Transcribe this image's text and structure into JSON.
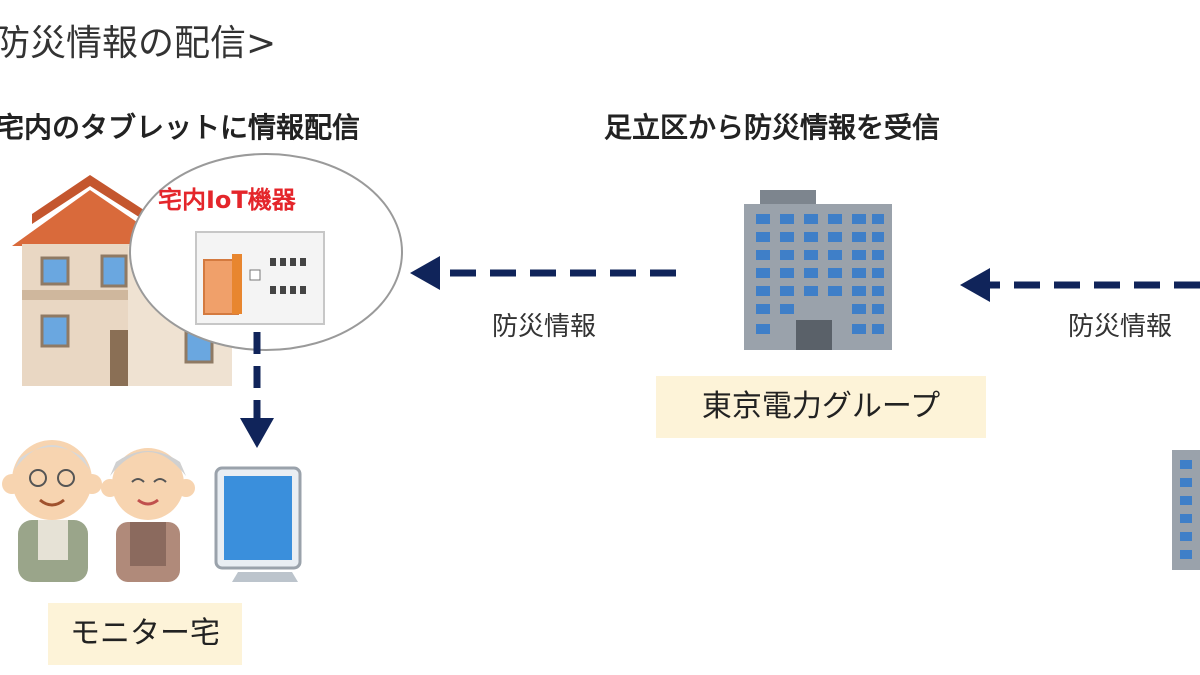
{
  "title": "防災情報の配信>",
  "headings": {
    "left": "宅内のタブレットに情報配信",
    "right": "足立区から防災情報を受信"
  },
  "iot_device": {
    "label": "宅内IoT機器"
  },
  "flows": [
    {
      "label": "防災情報",
      "direction": "left"
    },
    {
      "label": "防災情報",
      "direction": "left"
    }
  ],
  "tags": {
    "tepco": "東京電力グループ",
    "monitor": "モニター宅"
  },
  "colors": {
    "arrow": "#10245a",
    "iot_text": "#e4262b",
    "tag_bg": "#fdf3d8",
    "building": "#8b939c",
    "window": "#3f7fc8"
  },
  "icons": [
    "house-icon",
    "office-building-icon",
    "elderly-man-icon",
    "elderly-woman-icon",
    "tablet-icon",
    "iot-device-icon",
    "arrow-left-icon",
    "arrow-down-icon"
  ]
}
